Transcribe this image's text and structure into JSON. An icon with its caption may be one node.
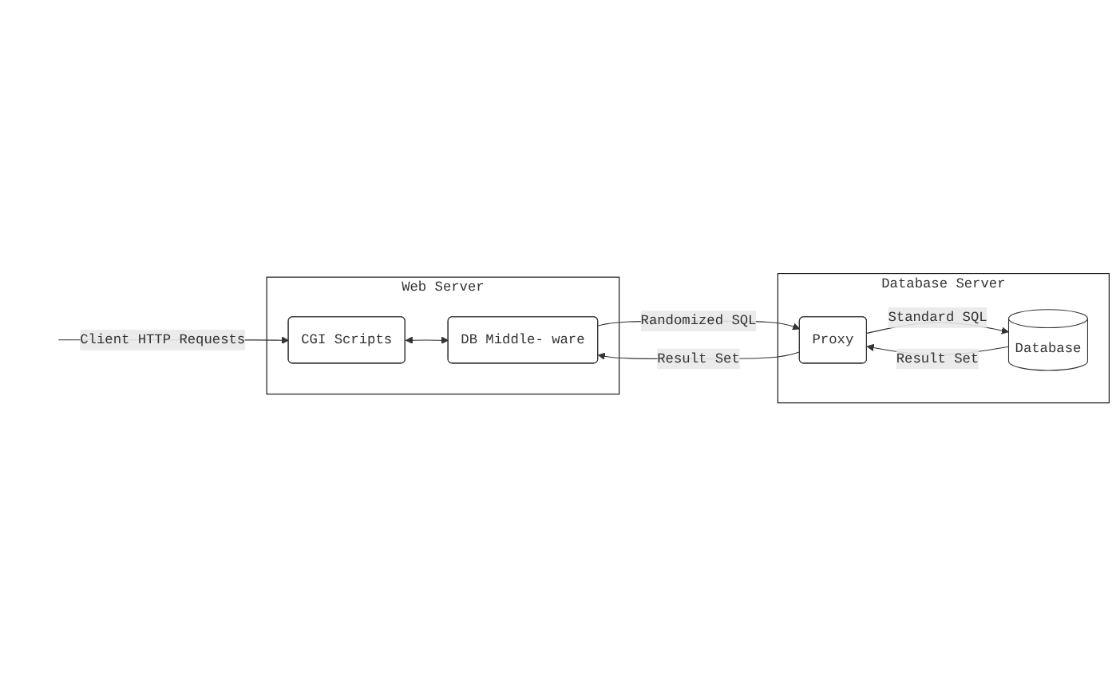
{
  "diagram": {
    "nodes": [
      {
        "text": [
          "Web Server"
        ]
      },
      {
        "text": [
          "CGI Scripts"
        ],
        "in": 0
      },
      {
        "text": [
          "DB Middle- ware"
        ],
        "in": 0
      },
      {
        "text": [
          "Database Server"
        ]
      },
      {
        "text": [
          "Proxy"
        ],
        "in": 3
      },
      {
        "text": [
          "Database"
        ],
        "in": 3
      }
    ],
    "edges": [
      {
        "from": null,
        "to": 1,
        "arrow": "to",
        "label": "Client HTTP Requests"
      },
      {
        "from": 1,
        "to": 2,
        "arrow": "both"
      },
      {
        "from": 2,
        "to": 4,
        "arrow": "to",
        "label": "Randomized SQL"
      },
      {
        "from": 4,
        "to": 5,
        "arrow": "to",
        "label": "Standard SQL"
      },
      {
        "from": 5,
        "to": 4,
        "arrow": "to",
        "label": "Result Set"
      },
      {
        "from": 4,
        "to": 2,
        "arrow": "to",
        "label": "Result Set"
      }
    ]
  }
}
